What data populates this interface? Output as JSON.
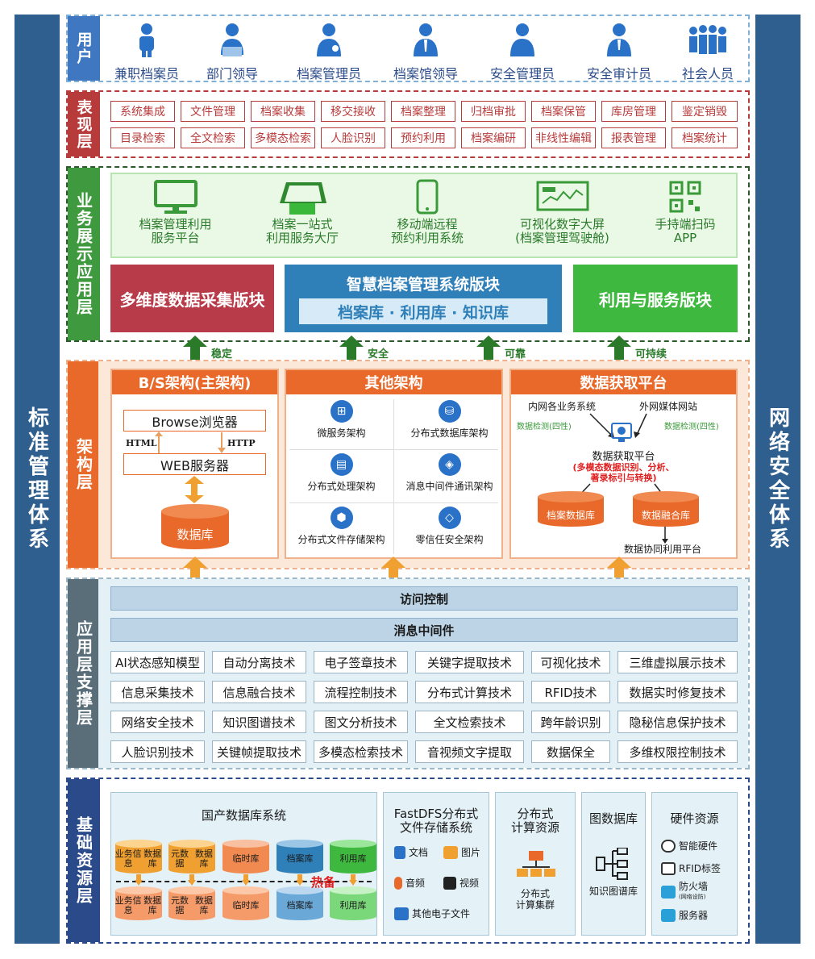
{
  "sides": {
    "left": "标准管理体系",
    "right": "网络安全体系"
  },
  "user": {
    "label": "用户",
    "items": [
      "兼职档案员",
      "部门领导",
      "档案管理员",
      "档案馆领导",
      "安全管理员",
      "安全审计员",
      "社会人员"
    ]
  },
  "presentation": {
    "label": "表现层",
    "row1": [
      "系统集成",
      "文件管理",
      "档案收集",
      "移交接收",
      "档案整理",
      "归档审批",
      "档案保管",
      "库房管理",
      "鉴定销毁"
    ],
    "row2": [
      "目录检索",
      "全文检索",
      "多模态检索",
      "人脸识别",
      "预约利用",
      "档案编研",
      "非线性编辑",
      "报表管理",
      "档案统计"
    ]
  },
  "business": {
    "label": "业务展示应用层",
    "items": [
      {
        "l1": "档案管理利用",
        "l2": "服务平台"
      },
      {
        "l1": "档案一站式",
        "l2": "利用服务大厅"
      },
      {
        "l1": "移动端远程",
        "l2": "预约利用系统"
      },
      {
        "l1": "可视化数字大屏",
        "l2": "(档案管理驾驶舱)"
      },
      {
        "l1": "手持端扫码",
        "l2": "APP"
      }
    ],
    "block1": "多维度数据采集版块",
    "block2_title": "智慧档案管理系统版块",
    "block2_sub": "档案库 · 利用库 · 知识库",
    "block3": "利用与服务版块"
  },
  "arrows": [
    "稳定",
    "安全",
    "可靠",
    "可持续"
  ],
  "arch": {
    "label": "架构层",
    "bs": {
      "title": "B/S架构(主架构)",
      "browser": "Browse浏览器",
      "html": "HTML",
      "http": "HTTP",
      "web": "WEB服务器",
      "db": "数据库"
    },
    "other": {
      "title": "其他架构",
      "items": [
        "微服务架构",
        "分布式数据库架构",
        "分布式处理架构",
        "消息中间件通讯架构",
        "分布式文件存储架构",
        "零信任安全架构"
      ]
    },
    "acq": {
      "title": "数据获取平台",
      "src1": "内网各业务系统",
      "src2": "外网媒体网站",
      "check1": "数据检测(四性)",
      "check2": "数据检测(四性)",
      "platform": "数据获取平台",
      "desc1": "(多模态数据识别、分析、",
      "desc2": "著录标引与转换)",
      "db1": "档案数据库",
      "db2": "数据融合库",
      "coop": "数据协同利用平台"
    }
  },
  "support": {
    "label": "应用层支撑层",
    "bar1": "访问控制",
    "bar2": "消息中间件",
    "rows": [
      [
        "AI状态感知模型",
        "自动分离技术",
        "电子签章技术",
        "关键字提取技术",
        "可视化技术",
        "三维虚拟展示技术"
      ],
      [
        "信息采集技术",
        "信息融合技术",
        "流程控制技术",
        "分布式计算技术",
        "RFID技术",
        "数据实时修复技术"
      ],
      [
        "网络安全技术",
        "知识图谱技术",
        "图文分析技术",
        "全文检索技术",
        "跨年龄识别",
        "隐秘信息保护技术"
      ],
      [
        "人脸识别技术",
        "关键帧提取技术",
        "多模态检索技术",
        "音视频文字提取",
        "数据保全",
        "多维权限控制技术"
      ]
    ]
  },
  "base": {
    "label": "基础资源层",
    "dbsys": {
      "title": "国产数据库系统",
      "dbs": [
        {
          "l1": "业务信息",
          "l2": "数据库"
        },
        {
          "l1": "元数据",
          "l2": "数据库"
        },
        {
          "l1": "临时库",
          "l2": ""
        },
        {
          "l1": "档案库",
          "l2": ""
        },
        {
          "l1": "利用库",
          "l2": ""
        }
      ],
      "backup": "热备"
    },
    "fastdfs": {
      "t1": "FastDFS分布式",
      "t2": "文件存储系统",
      "items": [
        "文档",
        "图片",
        "音频",
        "视频",
        "其他电子文件"
      ]
    },
    "compute": {
      "t1": "分布式",
      "t2": "计算资源",
      "c1": "分布式",
      "c2": "计算集群"
    },
    "graph": {
      "title": "图数据库",
      "sub": "知识图谱库"
    },
    "hw": {
      "title": "硬件资源",
      "items": [
        "智能硬件",
        "RFID标签",
        "防火墙",
        "服务器"
      ],
      "fw_note": "(网络设防)"
    }
  }
}
